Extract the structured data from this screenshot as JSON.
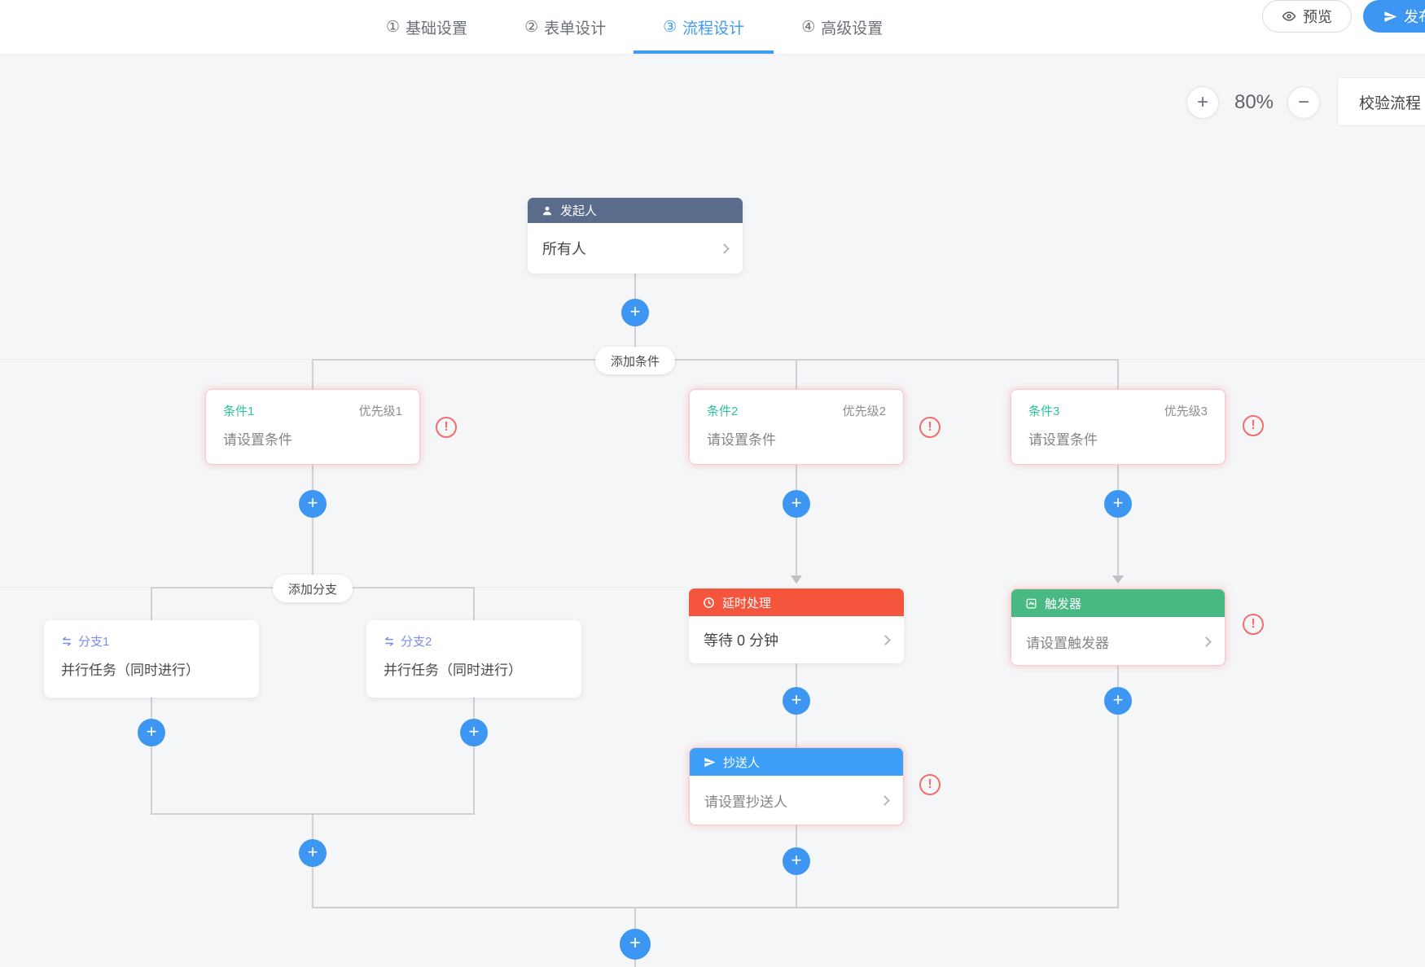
{
  "topbar": {
    "steps": [
      {
        "num": "①",
        "label": "基础设置"
      },
      {
        "num": "②",
        "label": "表单设计"
      },
      {
        "num": "③",
        "label": "流程设计"
      },
      {
        "num": "④",
        "label": "高级设置"
      }
    ],
    "preview_label": "预览",
    "publish_label": "发布"
  },
  "canvas_toolbar": {
    "zoom_in": "+",
    "zoom_out": "−",
    "zoom_level": "80%",
    "validate_label": "校验流程"
  },
  "flow": {
    "start_node": {
      "title": "发起人",
      "value": "所有人"
    },
    "add_condition_label": "添加条件",
    "add_branch_label": "添加分支",
    "conditions": [
      {
        "name": "条件1",
        "priority": "优先级1",
        "placeholder": "请设置条件"
      },
      {
        "name": "条件2",
        "priority": "优先级2",
        "placeholder": "请设置条件"
      },
      {
        "name": "条件3",
        "priority": "优先级3",
        "placeholder": "请设置条件"
      }
    ],
    "branches": [
      {
        "name": "分支1",
        "desc": "并行任务（同时进行）"
      },
      {
        "name": "分支2",
        "desc": "并行任务（同时进行）"
      }
    ],
    "delay_node": {
      "title": "延时处理",
      "value": "等待 0 分钟"
    },
    "cc_node": {
      "title": "抄送人",
      "placeholder": "请设置抄送人"
    },
    "trigger_node": {
      "title": "触发器",
      "placeholder": "请设置触发器"
    }
  },
  "icons": {
    "plus": "+",
    "warning": "!"
  },
  "colors": {
    "accent_blue": "#3D96F2",
    "tab_active": "#3C9CF6",
    "start_header": "#5A6B8C",
    "delay_header": "#F4553C",
    "cc_header": "#3D9EF7",
    "trigger_header": "#49B984",
    "condition_title": "#2AC3A0",
    "branch_title": "#7D8BEF",
    "warning_red": "#F56C6C",
    "connector_gray": "#CFD0D4"
  }
}
